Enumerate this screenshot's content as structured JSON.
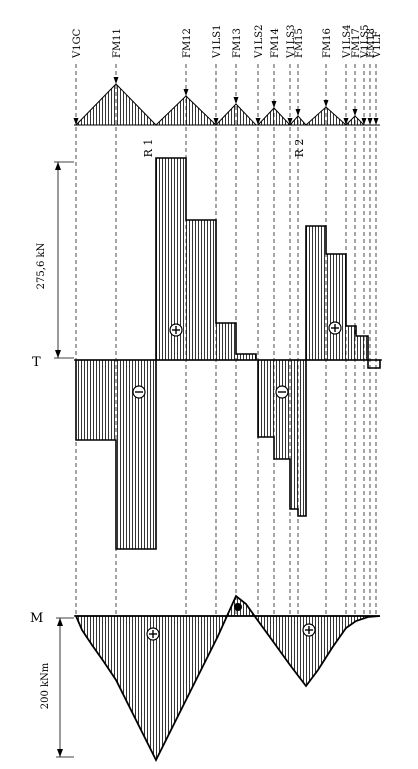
{
  "top_labels": [
    "V1GC",
    "FM11",
    "FM12",
    "V1LS1",
    "FM13",
    "V1LS2",
    "FM14",
    "V1LS3",
    "FM15",
    "FM16",
    "V1LS4",
    "FM17",
    "V1LS5",
    "FM18",
    "V1LF"
  ],
  "reactions": [
    "R 1",
    "R 2"
  ],
  "shear_axis_label": "T",
  "moment_axis_label": "M",
  "shear_dimension": "275,6 kN",
  "moment_dimension": "200 kNm",
  "signs": {
    "plus": "+",
    "minus": "−"
  },
  "colors": {
    "line": "#000000",
    "hatch": "#000000",
    "background": "#ffffff"
  }
}
